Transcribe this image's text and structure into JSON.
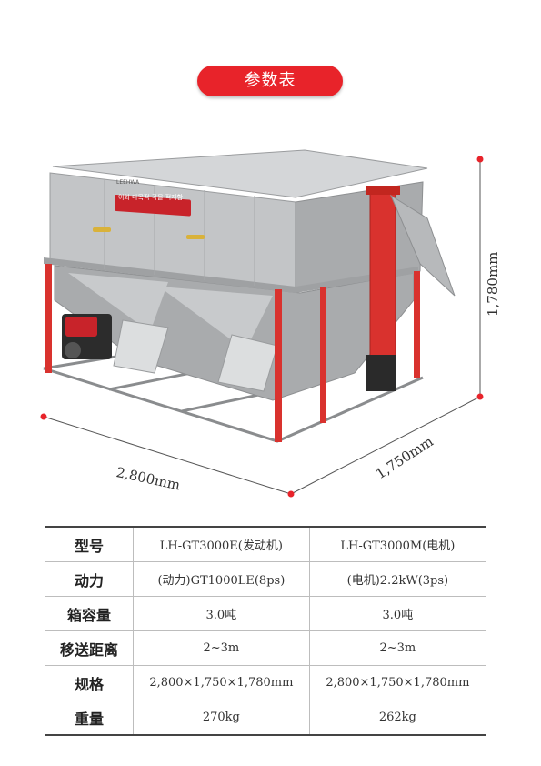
{
  "header": {
    "title": "参数表"
  },
  "figure": {
    "machine_badge_brand": "LEEHWA",
    "machine_badge_text": "이화 다목적 곡물 적재함",
    "dimensions": {
      "length": "2,800mm",
      "width": "1,750mm",
      "height": "1,780mm"
    }
  },
  "spec_table": {
    "rows": [
      {
        "label": "型号",
        "col1": "LH-GT3000E(发动机)",
        "col2": "LH-GT3000M(电机)"
      },
      {
        "label": "动力",
        "col1": "(动力)GT1000LE(8ps)",
        "col2": "(电机)2.2kW(3ps)"
      },
      {
        "label": "箱容量",
        "col1": "3.0吨",
        "col2": "3.0吨"
      },
      {
        "label": "移送距离",
        "col1": "2~3m",
        "col2": "2~3m"
      },
      {
        "label": "规格",
        "col1": "2,800×1,750×1,780mm",
        "col2": "2,800×1,750×1,780mm"
      },
      {
        "label": "重量",
        "col1": "270kg",
        "col2": "262kg"
      }
    ]
  },
  "colors": {
    "accent": "#e8232a",
    "frame": "#d9322e",
    "body": "#b7b9bb"
  }
}
